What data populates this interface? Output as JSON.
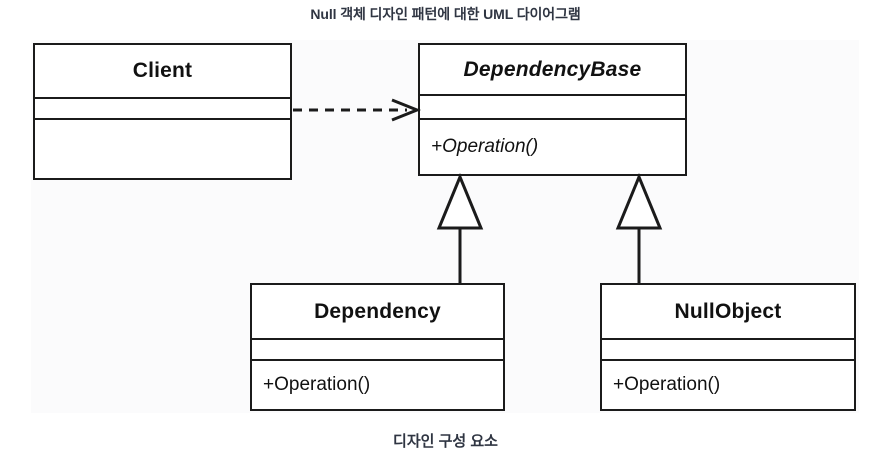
{
  "page": {
    "title": "Null 객체 디자인 패턴에 대한 UML 다이어그램",
    "caption": "디자인 구성 요소"
  },
  "colors": {
    "background": "#ffffff",
    "panel": "#fbfbfc",
    "stroke": "#1b1b1b",
    "text": "#111111",
    "title_text": "#2f3542"
  },
  "diagram": {
    "type": "uml-class-diagram",
    "classes": [
      {
        "id": "client",
        "name": "Client",
        "abstract": false,
        "attributes": [],
        "operations": []
      },
      {
        "id": "dependencybase",
        "name": "DependencyBase",
        "abstract": true,
        "attributes": [],
        "operations": [
          "+Operation()"
        ]
      },
      {
        "id": "dependency",
        "name": "Dependency",
        "abstract": false,
        "attributes": [],
        "operations": [
          "+Operation()"
        ]
      },
      {
        "id": "nullobject",
        "name": "NullObject",
        "abstract": false,
        "attributes": [],
        "operations": [
          "+Operation()"
        ]
      }
    ],
    "relationships": [
      {
        "type": "dependency",
        "from": "client",
        "to": "dependencybase",
        "style": "dashed-open-arrow"
      },
      {
        "type": "generalization",
        "from": "dependency",
        "to": "dependencybase",
        "style": "solid-hollow-triangle"
      },
      {
        "type": "generalization",
        "from": "nullobject",
        "to": "dependencybase",
        "style": "solid-hollow-triangle"
      }
    ]
  }
}
